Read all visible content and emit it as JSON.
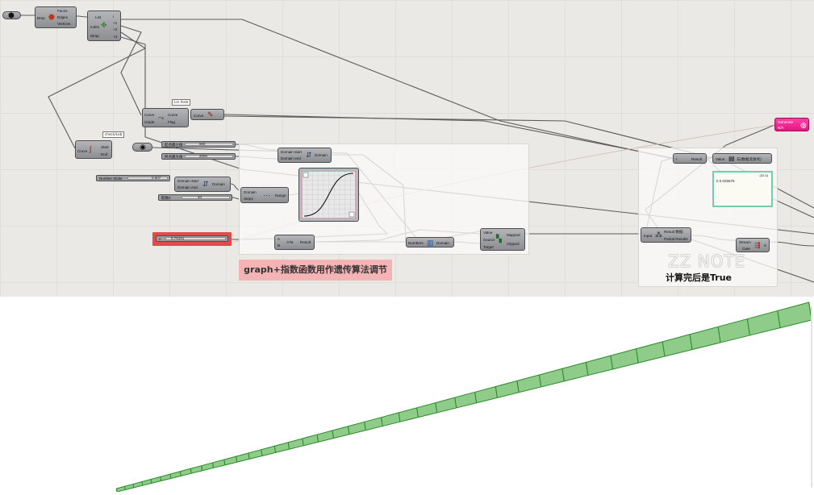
{
  "canvas": {
    "wire_color": "#5c5c5c",
    "grid_color": "#dfdedb",
    "background": "#eae9e6"
  },
  "components": {
    "brep": {
      "input": "Brep",
      "outputs": [
        "Faces",
        "Edges",
        "Vertices"
      ]
    },
    "list_item": {
      "inputs": [
        "List",
        "Index",
        "Wrap"
      ],
      "outputs": [
        "i",
        "+1",
        "+2",
        "+3"
      ]
    },
    "curve_flag": {
      "inputs": [
        "Curve",
        "Guide"
      ],
      "outputs": [
        "Curve",
        "Flag"
      ],
      "bubble": "Lin Aisle",
      "out_in": "Curve"
    },
    "endpoints": {
      "input": "Curve",
      "outputs": [
        "Start",
        "End"
      ],
      "bubble": "check/Lab"
    },
    "domain_start_end": {
      "inputs": [
        "Domain start",
        "Domain end"
      ],
      "output": "Domain"
    },
    "domain_b": {
      "inputs": [
        "Domain start",
        "Domain end"
      ],
      "output": "Domain"
    },
    "range": {
      "inputs": [
        "Domain",
        "Steps"
      ],
      "output": "Range"
    },
    "power": {
      "inputs": [
        "A",
        "B"
      ],
      "label": "A^B",
      "output": "Result"
    },
    "bounds": {
      "input": "Numbers",
      "output": "Domain"
    },
    "remap": {
      "inputs": [
        "Value",
        "Source",
        "Target"
      ],
      "outputs": [
        "Mapped",
        "Clipped"
      ]
    },
    "gene_pool": {
      "inputs": [
        "Input"
      ],
      "outputs": [
        "Result 数据",
        "Partial Results"
      ]
    },
    "stream": {
      "inputs": [
        "Stream",
        "Gate"
      ],
      "output": "S"
    },
    "relay": {
      "inputs": [
        "I"
      ],
      "output": "Result"
    },
    "value": {
      "input": "Value",
      "label": "与(数据流源点)"
    },
    "pink_param": {
      "label": "Generate",
      "sub": "N/A"
    }
  },
  "sliders": {
    "top_a": {
      "label": "起点最小值",
      "value": "500"
    },
    "top_b": {
      "label": "终点最大值",
      "value": "2000"
    },
    "number_slider": {
      "label": "Number Slider",
      "value": "0.007"
    },
    "steps": {
      "label": "取数Σ",
      "value": "40"
    },
    "power_input": {
      "label": "x",
      "value": "0.75151"
    }
  },
  "panel": {
    "corner": "(32,0)",
    "text": "0  0.025675"
  },
  "caption": "graph+指数函数用作遗传算法调节",
  "calc_note": "计算完后是True",
  "watermark": "ZZ NOTE",
  "viewport": {
    "strip_fill": "#8fcc8a",
    "strip_stroke": "#2c8a2c",
    "segments": 40,
    "growth": "exponential"
  }
}
